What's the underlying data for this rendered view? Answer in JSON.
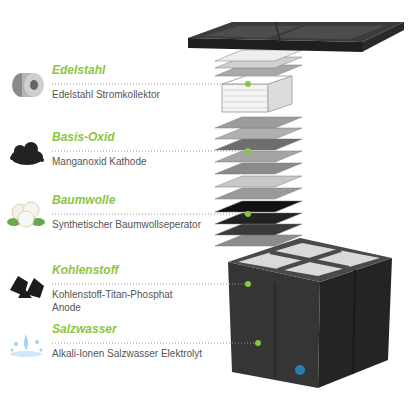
{
  "diagram": {
    "labels": [
      "Edelstahl",
      "Edelstahl Stromkollektor",
      "Basis-Oxid",
      "Manganoxid Kathode",
      "Baumwolle",
      "Synthetischer Baumwollseperator",
      "Kohlenstoff",
      "Kohlenstoff-Titan-Phosphat Anode",
      "Salzwasser",
      "Alkali-Ionen Salzwasser Elektrolyt"
    ]
  }
}
